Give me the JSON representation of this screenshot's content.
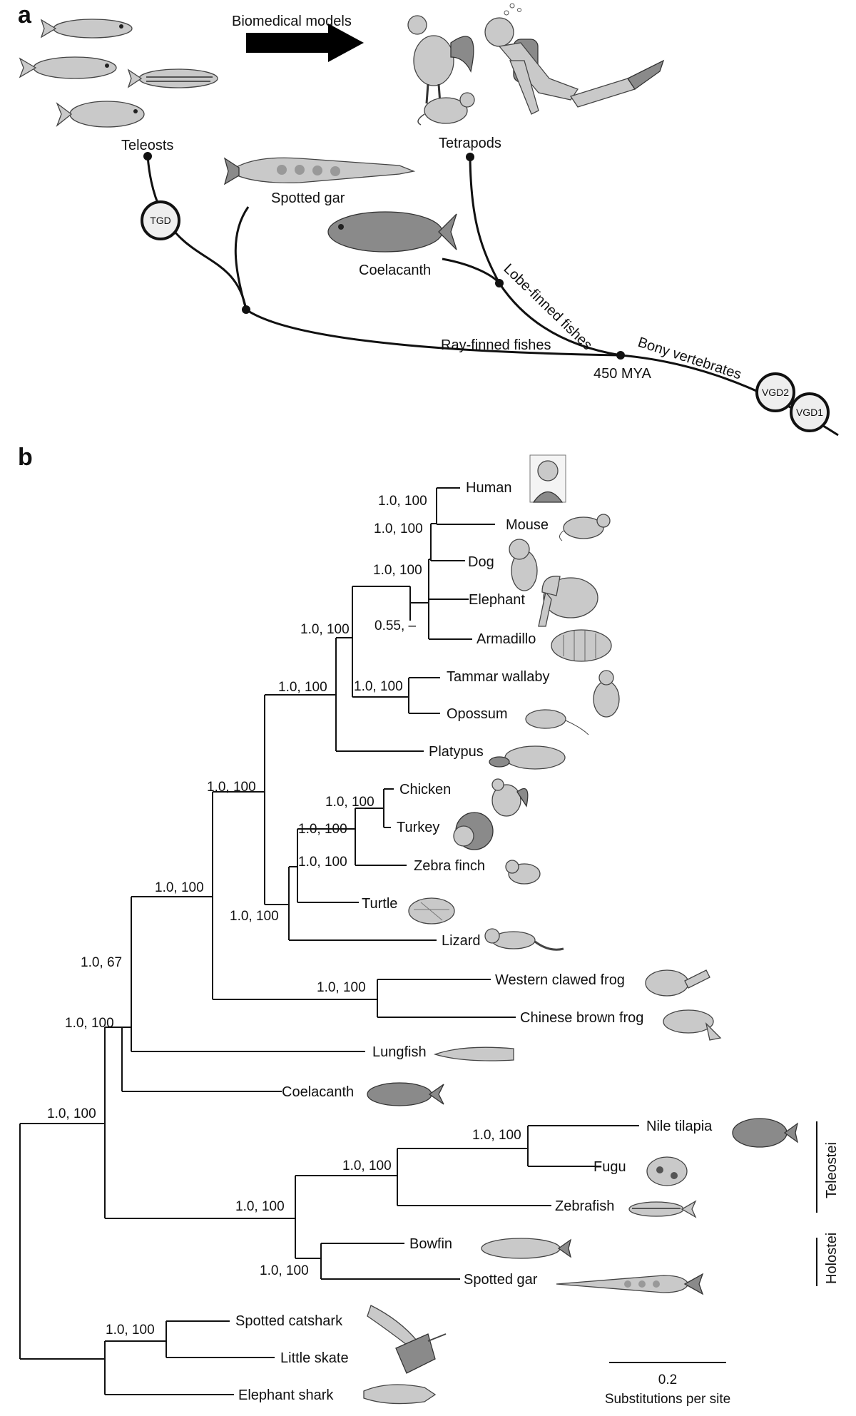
{
  "panel_a": {
    "label": "a",
    "arrow_label": "Biomedical models",
    "teleosts": "Teleosts",
    "tetrapods": "Tetrapods",
    "spotted_gar": "Spotted gar",
    "coelacanth": "Coelacanth",
    "lobe_finned": "Lobe-finned fishes",
    "ray_finned": "Ray-finned fishes",
    "bony_vertebrates": "Bony vertebrates",
    "mya": "450 MYA",
    "tgd": "TGD",
    "vgd2": "VGD2",
    "vgd1": "VGD1"
  },
  "panel_b": {
    "label": "b",
    "taxa": {
      "human": "Human",
      "mouse": "Mouse",
      "dog": "Dog",
      "elephant": "Elephant",
      "armadillo": "Armadillo",
      "tammar_wallaby": "Tammar wallaby",
      "opossum": "Opossum",
      "platypus": "Platypus",
      "chicken": "Chicken",
      "turkey": "Turkey",
      "zebra_finch": "Zebra finch",
      "turtle": "Turtle",
      "lizard": "Lizard",
      "western_clawed_frog": "Western clawed frog",
      "chinese_brown_frog": "Chinese brown frog",
      "lungfish": "Lungfish",
      "coelacanth": "Coelacanth",
      "nile_tilapia": "Nile tilapia",
      "fugu": "Fugu",
      "zebrafish": "Zebrafish",
      "bowfin": "Bowfin",
      "spotted_gar": "Spotted gar",
      "spotted_catshark": "Spotted catshark",
      "little_skate": "Little skate",
      "elephant_shark": "Elephant shark"
    },
    "support": {
      "human_mouse": "1.0, 100",
      "human_mouse_dog": "1.0, 100",
      "placentals": "1.0, 100",
      "elephant_armadillo": "0.55, –",
      "marsupials": "1.0, 100",
      "therians": "1.0, 100",
      "mammals": "1.0, 100",
      "chicken_turkey": "1.0, 100",
      "birds": "1.0, 100",
      "birds_turtle": "1.0, 100",
      "reptiles": "1.0, 100",
      "amniotes": "1.0, 100",
      "frogs": "1.0, 100",
      "tetrapods": "1.0, 100",
      "tetrapods_lungfish": "1.0, 67",
      "sarcopterygii": "1.0, 100",
      "osteichthyes": "1.0, 100",
      "tilapia_fugu": "1.0, 100",
      "teleostei": "1.0, 100",
      "holostei": "1.0, 100",
      "actinopterygii": "1.0, 100",
      "chondrichthyes": "1.0, 100"
    },
    "clades": {
      "teleostei": "Teleostei",
      "holostei": "Holostei"
    },
    "scale": {
      "value": "0.2",
      "caption": "Substitutions per site"
    }
  }
}
